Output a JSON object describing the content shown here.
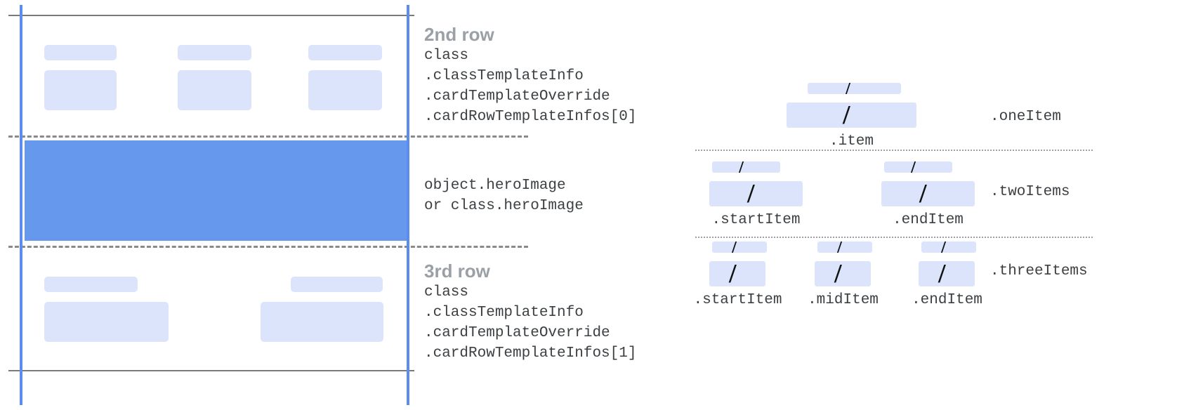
{
  "colors": {
    "guide_blue": "#5b8def",
    "hero_blue": "#6698ee",
    "placeholder_blue": "#dbe4fb",
    "rule_grey": "#7a7a7a",
    "dashed_grey": "#8a8a8a",
    "title_grey": "#9aa0a6",
    "code_text": "#3c4043"
  },
  "card_mock": {
    "second_row": {
      "cells": [
        {
          "label_block": "placeholder-label",
          "image_block": "placeholder-image"
        },
        {
          "label_block": "placeholder-label",
          "image_block": "placeholder-image"
        },
        {
          "label_block": "placeholder-label",
          "image_block": "placeholder-image"
        }
      ]
    },
    "hero": {
      "name": "hero-image-band"
    },
    "third_row": {
      "cells": [
        {
          "label_block": "placeholder-label",
          "image_block": "placeholder-image"
        },
        {
          "label_block": "placeholder-label",
          "image_block": "placeholder-image"
        }
      ]
    }
  },
  "annotations": [
    {
      "id": "second-row",
      "title": "2nd row",
      "code": "class\n.classTemplateInfo\n.cardTemplateOverride\n.cardRowTemplateInfos[0]"
    },
    {
      "id": "hero",
      "title": "",
      "code": "object.heroImage\nor class.heroImage"
    },
    {
      "id": "third-row",
      "title": "3rd row",
      "code": "class\n.classTemplateInfo\n.cardTemplateOverride\n.cardRowTemplateInfos[1]"
    }
  ],
  "row_templates": {
    "one_item": {
      "group_label": ".oneItem",
      "slots": [
        {
          "label": ".item",
          "glyph": "/"
        }
      ]
    },
    "two_items": {
      "group_label": ".twoItems",
      "slots": [
        {
          "label": ".startItem",
          "glyph": "/"
        },
        {
          "label": ".endItem",
          "glyph": "/"
        }
      ]
    },
    "three_items": {
      "group_label": ".threeItems",
      "slots": [
        {
          "label": ".startItem",
          "glyph": "/"
        },
        {
          "label": ".midItem",
          "glyph": "/"
        },
        {
          "label": ".endItem",
          "glyph": "/"
        }
      ]
    }
  }
}
